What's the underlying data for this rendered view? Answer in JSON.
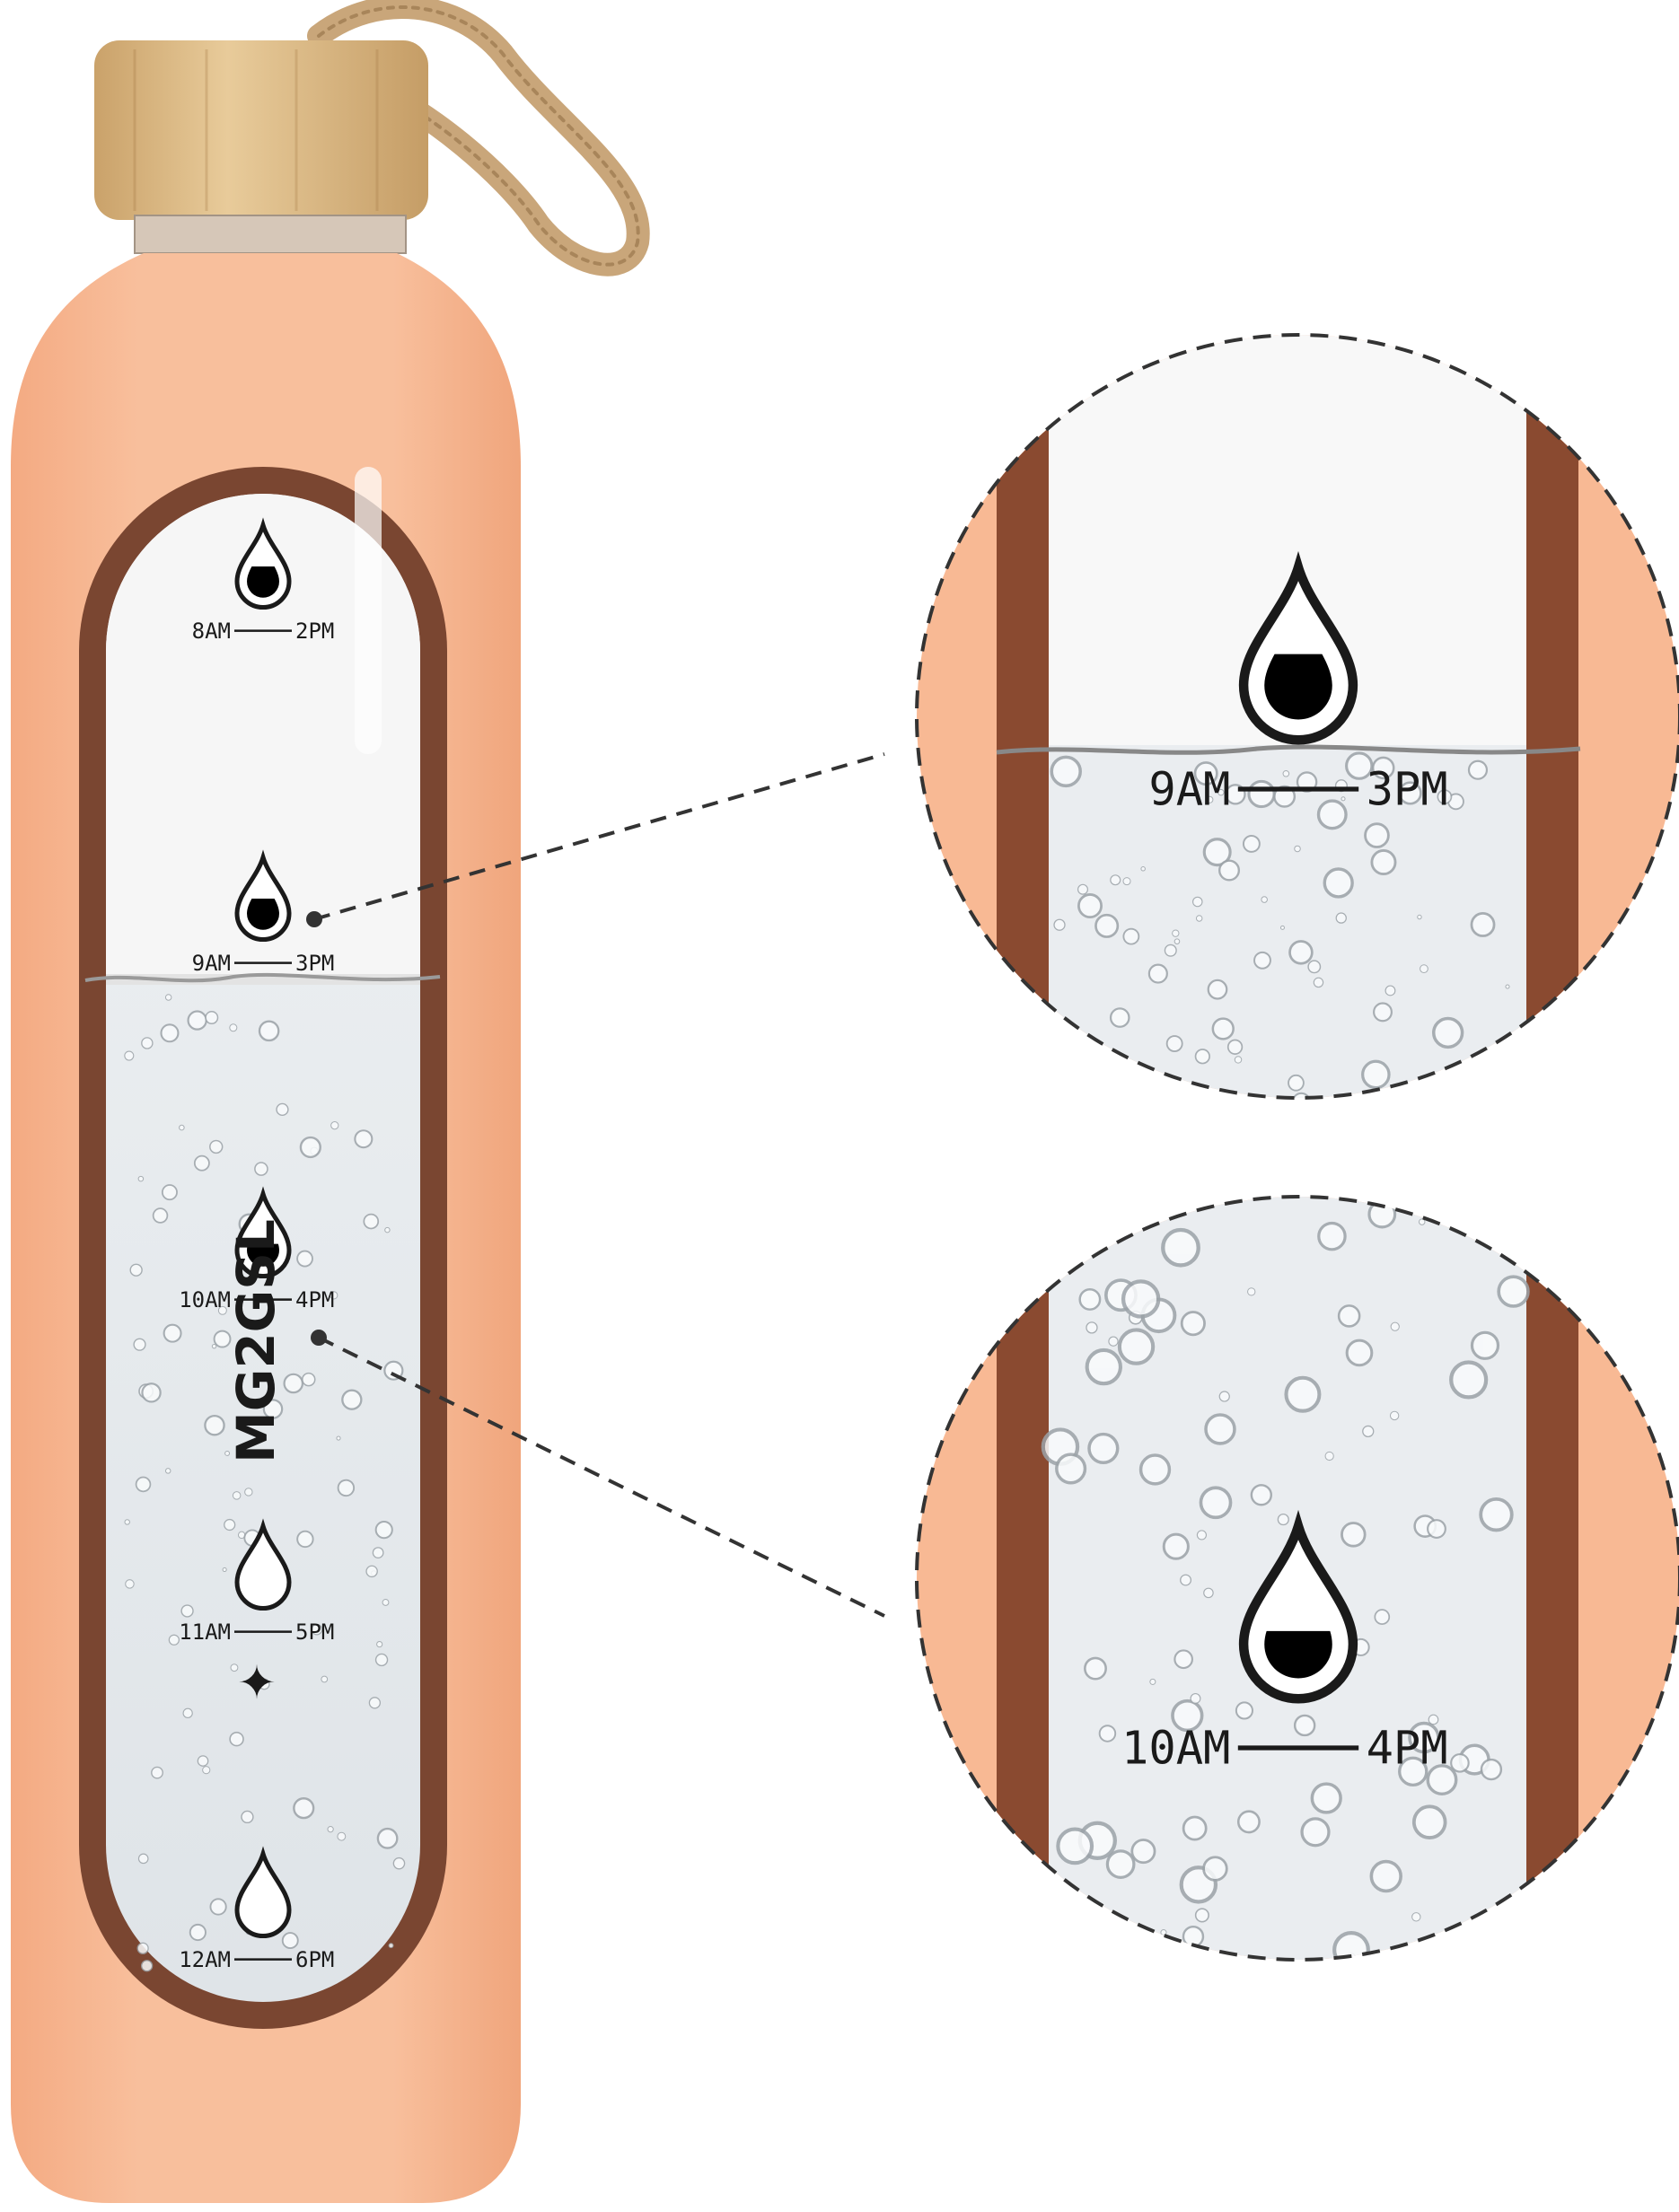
{
  "brand": "MG2GSL",
  "colors": {
    "sleeve": "#f7b995",
    "sleeve_shadow": "#e59f77",
    "glass_rim": "#8a4a30",
    "glass_dark": "#7a4631",
    "water": "#e9edf0",
    "air": "#f6f6f6",
    "cap": "#e0bf8c",
    "rope": "#c9a67a",
    "ink": "#1a1a1a"
  },
  "icons": [
    "water-drop-icon"
  ],
  "bottle_markers": [
    {
      "left": "8AM",
      "right": "2PM",
      "fill": 0.55
    },
    {
      "left": "9AM",
      "right": "3PM",
      "fill": 0.55
    },
    {
      "left": "10AM",
      "right": "4PM",
      "fill": 0.4
    },
    {
      "left": "11AM",
      "right": "5PM",
      "fill": 0.0
    },
    {
      "left": "12AM",
      "right": "6PM",
      "fill": 0.0
    }
  ],
  "zoom_top": {
    "left": "9AM",
    "right": "3PM",
    "fill": 0.55
  },
  "zoom_bottom": {
    "left": "10AM",
    "right": "4PM",
    "fill": 0.4
  }
}
